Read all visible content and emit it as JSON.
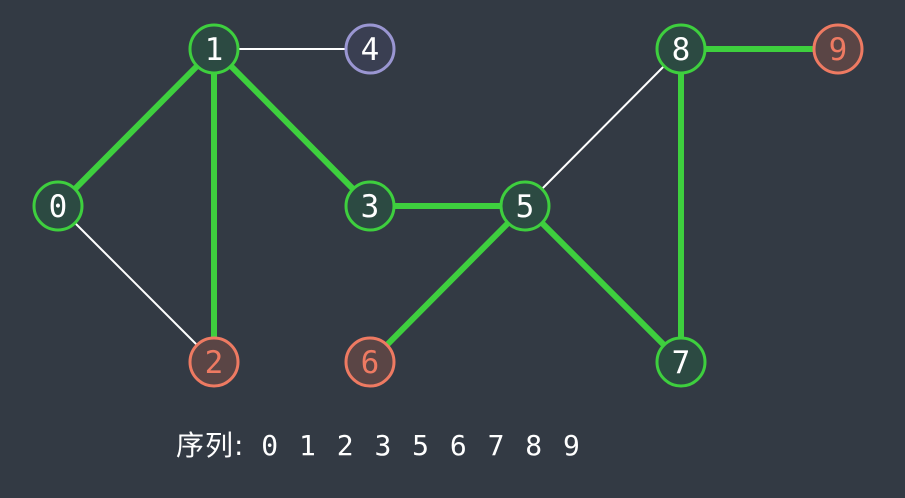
{
  "colors": {
    "background": "#333a44",
    "node_fill": "#2c4a42",
    "visited_stroke": "#3ecf3e",
    "pending_fill": "#5a4545",
    "pending_stroke": "#ee7a62",
    "pending_text": "#ee7a62",
    "unvisited_fill": "#3a3f52",
    "unvisited_stroke": "#9a96d2",
    "highlight_edge": "#3ecf3e",
    "plain_edge": "#ffffff",
    "text": "#ffffff"
  },
  "nodes": [
    {
      "id": "0",
      "label": "0",
      "state": "visited"
    },
    {
      "id": "1",
      "label": "1",
      "state": "visited"
    },
    {
      "id": "2",
      "label": "2",
      "state": "pending"
    },
    {
      "id": "3",
      "label": "3",
      "state": "visited"
    },
    {
      "id": "4",
      "label": "4",
      "state": "unvisited"
    },
    {
      "id": "5",
      "label": "5",
      "state": "visited"
    },
    {
      "id": "6",
      "label": "6",
      "state": "pending"
    },
    {
      "id": "7",
      "label": "7",
      "state": "visited"
    },
    {
      "id": "8",
      "label": "8",
      "state": "visited"
    },
    {
      "id": "9",
      "label": "9",
      "state": "pending"
    }
  ],
  "edges": [
    {
      "from": "1",
      "to": "4",
      "highlighted": false
    },
    {
      "from": "0",
      "to": "2",
      "highlighted": false
    },
    {
      "from": "5",
      "to": "8",
      "highlighted": false
    },
    {
      "from": "0",
      "to": "1",
      "highlighted": true
    },
    {
      "from": "1",
      "to": "2",
      "highlighted": true
    },
    {
      "from": "1",
      "to": "3",
      "highlighted": true
    },
    {
      "from": "3",
      "to": "5",
      "highlighted": true
    },
    {
      "from": "5",
      "to": "6",
      "highlighted": true
    },
    {
      "from": "5",
      "to": "7",
      "highlighted": true
    },
    {
      "from": "7",
      "to": "8",
      "highlighted": true
    },
    {
      "from": "8",
      "to": "9",
      "highlighted": true
    }
  ],
  "sequence": {
    "label": "序列:",
    "items": [
      "0",
      "1",
      "2",
      "3",
      "5",
      "6",
      "7",
      "8",
      "9"
    ]
  }
}
